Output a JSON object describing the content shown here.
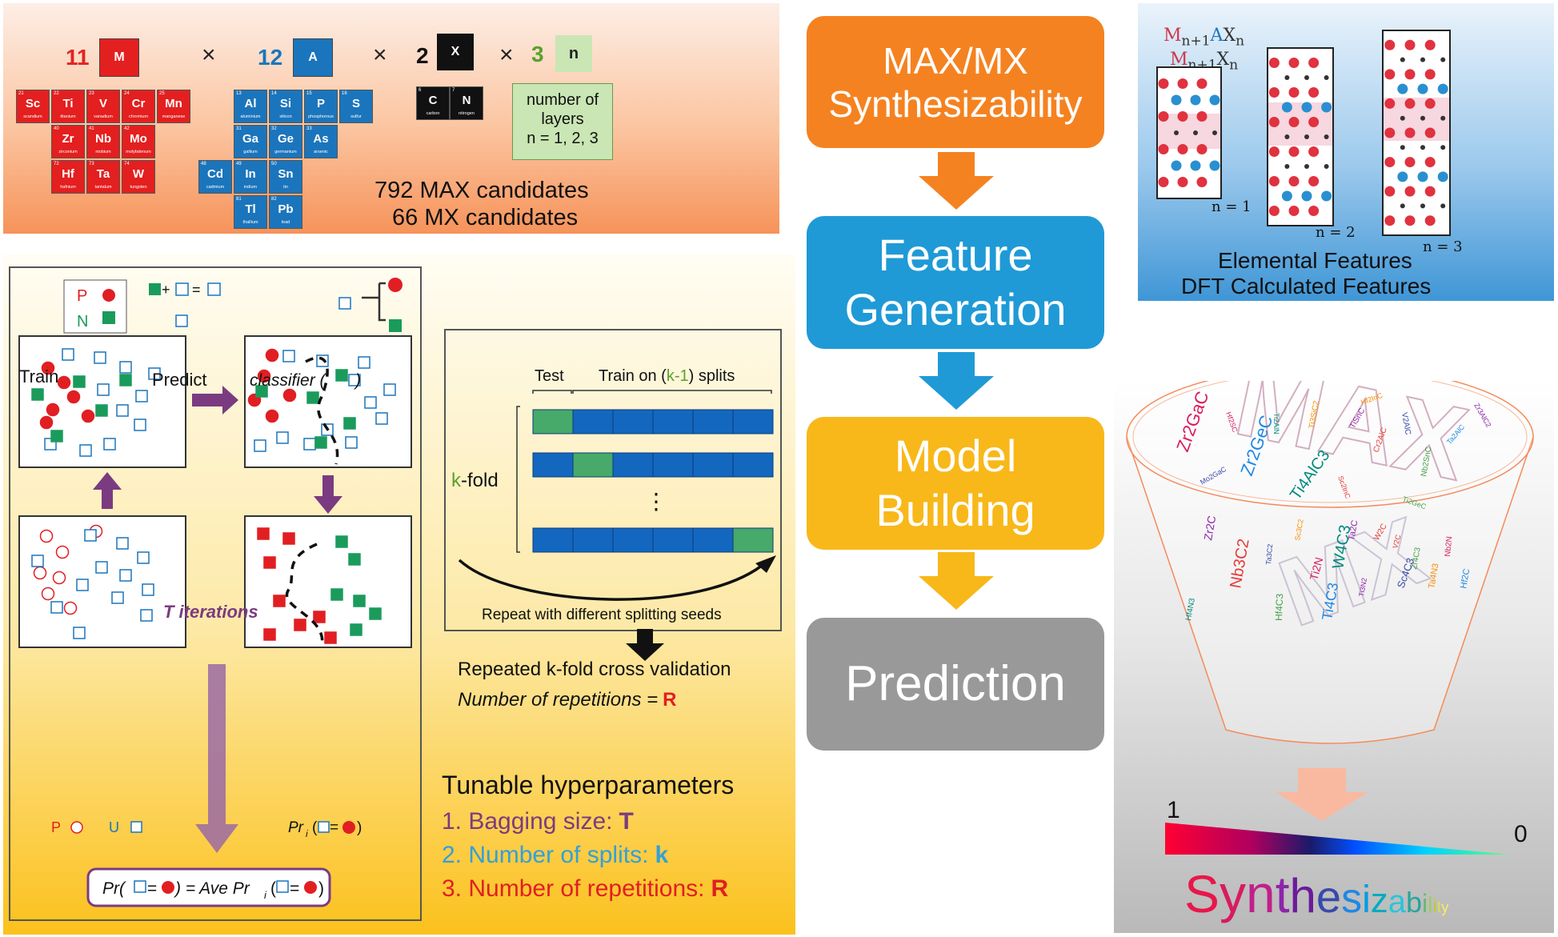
{
  "panel_elements": {
    "m_count": "11",
    "m_label": "M",
    "a_count": "12",
    "a_label": "A",
    "x_count": "2",
    "x_label": "X",
    "n_count": "3",
    "n_label": "n",
    "times": "×",
    "m_elements": [
      {
        "num": "21",
        "sym": "Sc",
        "name": "scandium"
      },
      {
        "num": "22",
        "sym": "Ti",
        "name": "titanium"
      },
      {
        "num": "23",
        "sym": "V",
        "name": "vanadium"
      },
      {
        "num": "24",
        "sym": "Cr",
        "name": "chromium"
      },
      {
        "num": "25",
        "sym": "Mn",
        "name": "manganese"
      },
      {
        "num": "40",
        "sym": "Zr",
        "name": "zirconium"
      },
      {
        "num": "41",
        "sym": "Nb",
        "name": "niobium"
      },
      {
        "num": "42",
        "sym": "Mo",
        "name": "molybdenum"
      },
      {
        "num": "72",
        "sym": "Hf",
        "name": "hafnium"
      },
      {
        "num": "73",
        "sym": "Ta",
        "name": "tantalum"
      },
      {
        "num": "74",
        "sym": "W",
        "name": "tungsten"
      }
    ],
    "a_elements": [
      {
        "num": "13",
        "sym": "Al",
        "name": "aluminium"
      },
      {
        "num": "14",
        "sym": "Si",
        "name": "silicon"
      },
      {
        "num": "15",
        "sym": "P",
        "name": "phosphorous"
      },
      {
        "num": "16",
        "sym": "S",
        "name": "sulfur"
      },
      {
        "num": "31",
        "sym": "Ga",
        "name": "gallium"
      },
      {
        "num": "32",
        "sym": "Ge",
        "name": "germanium"
      },
      {
        "num": "33",
        "sym": "As",
        "name": "arsenic"
      },
      {
        "num": "48",
        "sym": "Cd",
        "name": "cadmium"
      },
      {
        "num": "49",
        "sym": "In",
        "name": "indium"
      },
      {
        "num": "50",
        "sym": "Sn",
        "name": "tin"
      },
      {
        "num": "81",
        "sym": "Tl",
        "name": "thallium"
      },
      {
        "num": "82",
        "sym": "Pb",
        "name": "lead"
      }
    ],
    "x_elements": [
      {
        "num": "6",
        "sym": "C",
        "name": "carbon"
      },
      {
        "num": "7",
        "sym": "N",
        "name": "nitrogen"
      }
    ],
    "layers_line1": "number of",
    "layers_line2": "layers",
    "layers_line3": "n = 1, 2, 3",
    "max_candidates": "792 MAX candidates",
    "mx_candidates": "66 MX candidates"
  },
  "pipeline": {
    "step1": "MAX/MX Synthesizability",
    "step2": "Feature Generation",
    "step3": "Model Building",
    "step4": "Prediction",
    "colors": [
      "#f58220",
      "#1f9ad6",
      "#f8b81a",
      "#999999"
    ]
  },
  "structures": {
    "formula_max_base": "M",
    "formula_max_sub1": "n+1",
    "formula_max_a": "A",
    "formula_max_x": "X",
    "formula_max_sub2": "n",
    "formula_mx_base": "M",
    "formula_mx_sub1": "n+1",
    "formula_mx_x": "X",
    "formula_mx_sub2": "n",
    "label_n1": "n = 1",
    "label_n2": "n = 2",
    "label_n3": "n = 3",
    "features1": "Elemental Features",
    "features2": "DFT Calculated Features"
  },
  "pu_learning": {
    "train": "Train",
    "p": "P",
    "n": "N",
    "predict": "Predict",
    "classifier": "classifier (",
    "iterations": "T iterations",
    "legend_p": "P",
    "legend_u": "U",
    "pr_i": "Pr",
    "pr_i_sub": "i",
    "ave_left": "Pr(",
    "ave_mid": ") = Ave Pr",
    "ave_sub": "i",
    "ave_end": ")"
  },
  "cross_validation": {
    "test": "Test",
    "train_on_1": "Train on (",
    "train_on_k": "k-1",
    "train_on_2": ") splits",
    "kfold_k": "k",
    "kfold_rest": "-fold",
    "ellipsis": "⋮",
    "repeat": "Repeat with different splitting seeds",
    "repeated": "Repeated k-fold cross validation",
    "repetitions": "Number of repetitions =",
    "repetitions_r": "R"
  },
  "hyperparameters": {
    "title": "Tunable hyperparameters",
    "item1": "1. Bagging size:",
    "item1_sym": "T",
    "item2": "2. Number of splits:",
    "item2_sym": "k",
    "item3": "3. Number of repetitions:",
    "item3_sym": "R"
  },
  "funnel": {
    "big_max": "MAX",
    "big_mx": "MX",
    "words_top": [
      "Zr2GaC",
      "Zr2GeC",
      "Ti4AlC3",
      "TiSnC",
      "Cr2AlC",
      "V2AlC",
      "Nb2SnC",
      "Ti3SiC2",
      "Hf2SC",
      "Ta2AlC",
      "Ti2AlN",
      "Zr3AlC2",
      "Sc2InC",
      "Mo2GaC",
      "Ti2GeC",
      "Hf2InC"
    ],
    "words_bottom": [
      "Zr2C",
      "Nb3C2",
      "Ta3C2",
      "Hf4C3",
      "Sc3C2",
      "Ti2N",
      "Ti4C3",
      "W4C3",
      "Ta2C",
      "W2C",
      "Sc4C3",
      "Zr4C3",
      "Ta4N3",
      "Nb2N",
      "Hf2C",
      "Hf4N3",
      "Ti3N2",
      "V2C"
    ],
    "scale_max": "1",
    "scale_min": "0",
    "synth_letters": [
      "S",
      "y",
      "n",
      "t",
      "h",
      "e",
      "s",
      "i",
      "z",
      "a",
      "b",
      "i",
      "l",
      "i",
      "t",
      "y"
    ],
    "synth_colors": [
      "#e8174a",
      "#d81b60",
      "#c0208a",
      "#8e24aa",
      "#6a1b9a",
      "#3949ab",
      "#1e88e5",
      "#039be5",
      "#00acc1",
      "#26c6da",
      "#26a69a",
      "#66bb6a",
      "#9ccc65",
      "#c0ca33",
      "#d4e157",
      "#ffee58"
    ]
  }
}
